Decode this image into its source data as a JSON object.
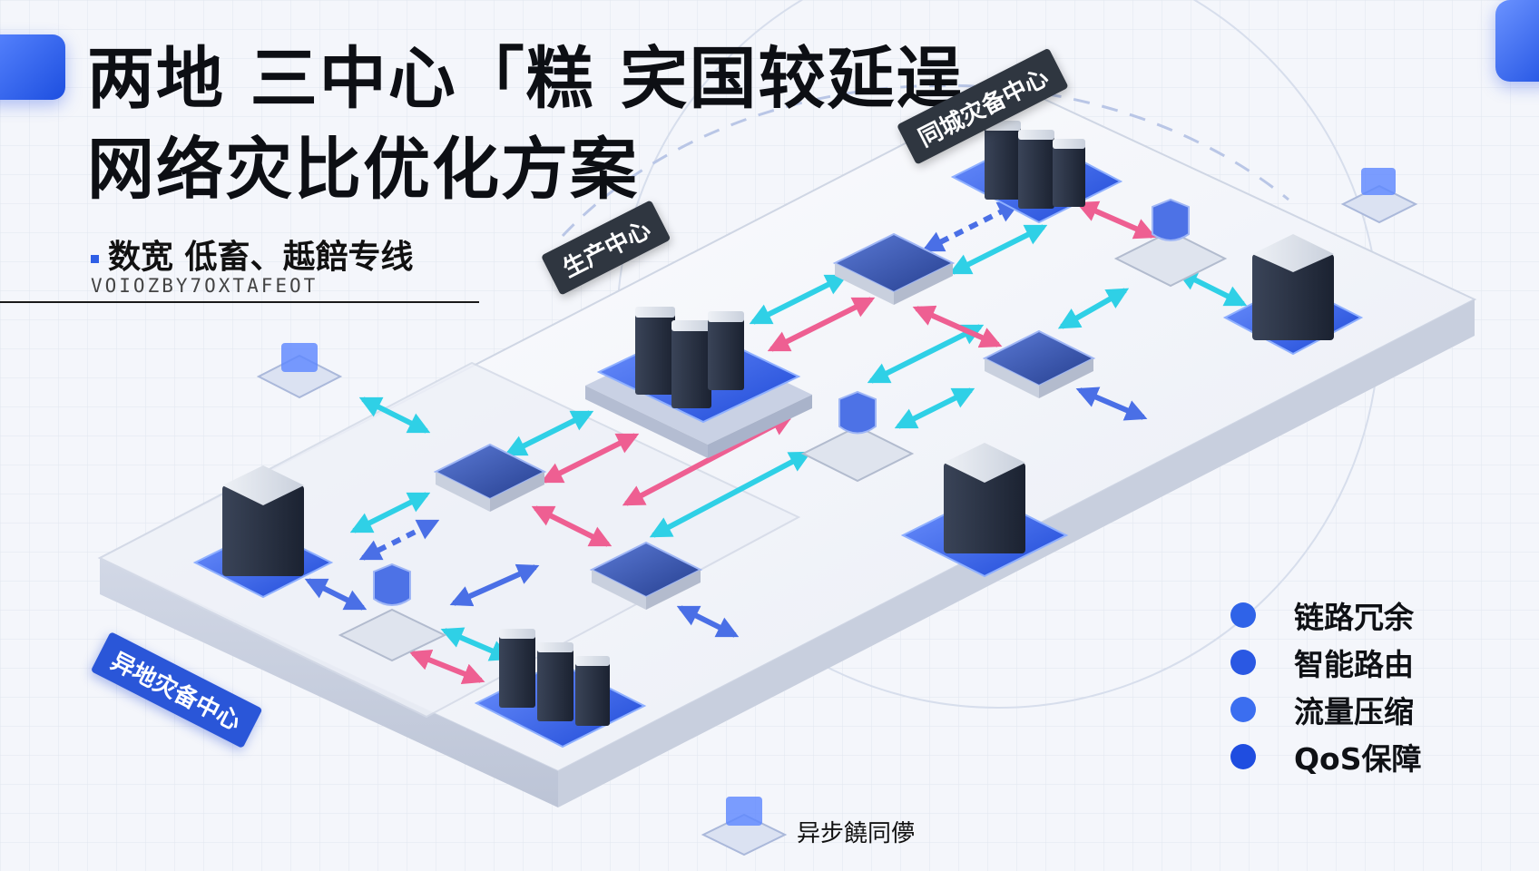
{
  "title": {
    "line1": "两地 三中心「糕 宎国较延逞",
    "line2": "网络灾比优化方案"
  },
  "subtitle": "数宽  低畜、趆餢专线",
  "latin_text": "VOIOZBY7OXTAFEOT",
  "tags": {
    "production": "生产中心",
    "same_city": "同城灾备中心",
    "remote": "异地灾备中心"
  },
  "caption": "异步饒同儚",
  "legend": [
    {
      "label": "链路冗余",
      "color": "#2f63e8"
    },
    {
      "label": "智能路由",
      "color": "#2a58e3"
    },
    {
      "label": "流量压缩",
      "color": "#3b6ef0"
    },
    {
      "label": "QoS保障",
      "color": "#1f4de0"
    }
  ],
  "colors": {
    "accent_blue": "#2f5fe6",
    "link_cyan": "#2fd0e6",
    "link_pink": "#ee5f92",
    "link_blue": "#4a6fe6"
  },
  "icons": {
    "server": "server-rack-icon",
    "router": "router-switch-icon",
    "firewall": "shield-firewall-icon",
    "node": "network-node-icon"
  }
}
